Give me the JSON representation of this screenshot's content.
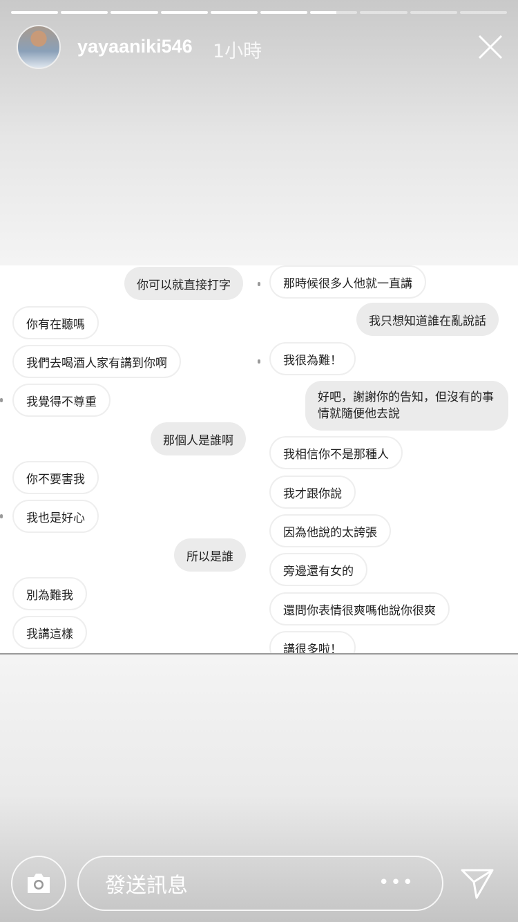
{
  "story": {
    "username": "yayaaniki546",
    "time": "1小時",
    "segments": 10,
    "current_segment": 7,
    "current_progress": 0.55
  },
  "left": {
    "m0": "你可以就直接打字",
    "m1": "你有在聽嗎",
    "m2": "我們去喝酒人家有講到你啊",
    "m3": "我覺得不尊重",
    "m4": "那個人是誰啊",
    "m5": "你不要害我",
    "m6": "我也是好心",
    "m7": "所以是誰",
    "m8": "別為難我",
    "m9": "我講這樣"
  },
  "right": {
    "m0": "那時候很多人他就一直講",
    "m1": "我只想知道誰在亂說話",
    "m2": "我很為難！",
    "m3": "好吧，謝謝你的告知，但沒有的事情就隨便他去說",
    "m4": "我相信你不是那種人",
    "m5": "我才跟你說",
    "m6": "因為他說的太誇張",
    "m7": "旁邊還有女的",
    "m8": "還問你表情很爽嗎他說你很爽",
    "m9": "講很多啦！"
  },
  "reply": {
    "placeholder": "發送訊息",
    "more": "•••"
  }
}
